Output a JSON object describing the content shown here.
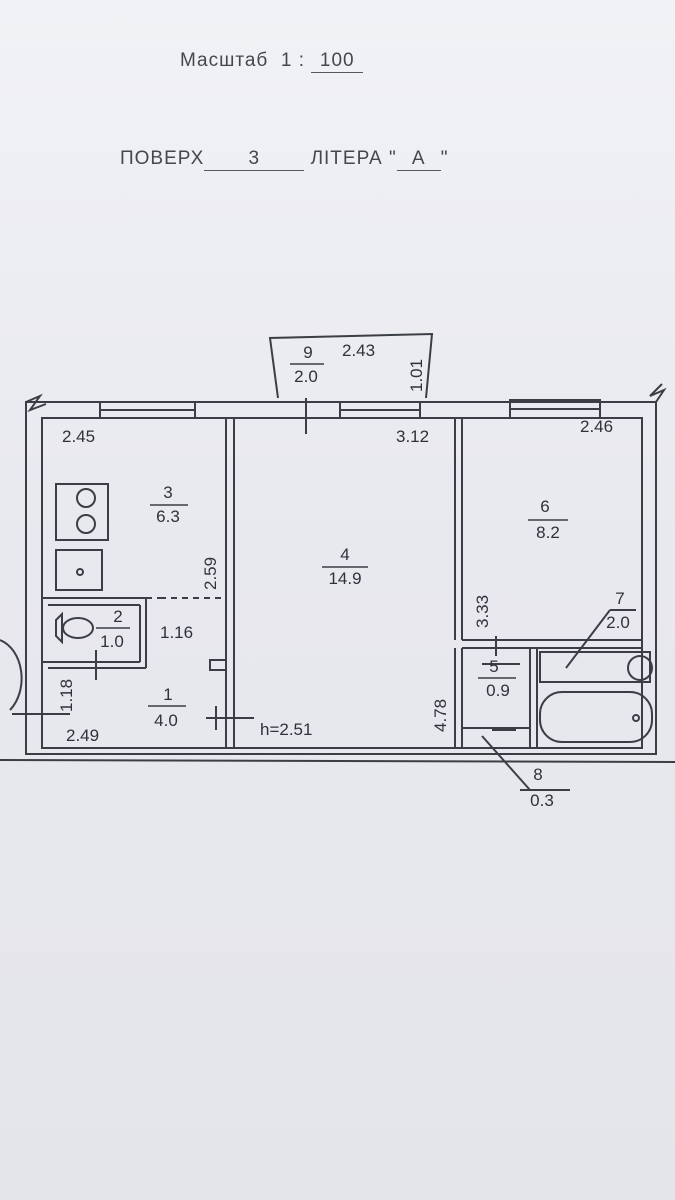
{
  "header": {
    "scale_label": "Масштаб",
    "scale_prefix": "1 :",
    "scale_value": "100",
    "floor_label": "ПОВЕРХ",
    "floor_value": "3",
    "letter_label": "ЛІТЕРА \"",
    "letter_value": "А",
    "letter_close": "\""
  },
  "rooms": [
    {
      "num": "1",
      "area": "4.0"
    },
    {
      "num": "2",
      "area": "1.0"
    },
    {
      "num": "3",
      "area": "6.3"
    },
    {
      "num": "4",
      "area": "14.9"
    },
    {
      "num": "5",
      "area": "0.9"
    },
    {
      "num": "6",
      "area": "8.2"
    },
    {
      "num": "7",
      "area": "2.0"
    },
    {
      "num": "8",
      "area": "0.3"
    },
    {
      "num": "9",
      "area": "2.0"
    }
  ],
  "dimensions": {
    "balcony_width": "2.43",
    "balcony_depth": "1.01",
    "kitchen_width": "2.45",
    "kitchen_length": "2.59",
    "living_width": "3.12",
    "bedroom_width": "2.46",
    "bedroom_length": "3.33",
    "corridor_width": "1.16",
    "hall_width": "2.49",
    "hall_length": "1.18",
    "bath_length": "4.78",
    "ceiling_height": "h=2.51"
  }
}
